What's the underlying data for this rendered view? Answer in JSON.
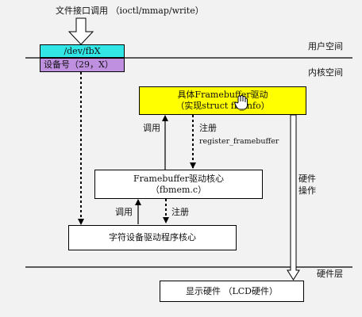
{
  "top_label": "文件接口调用 （ioctl/mmap/write）",
  "zones": {
    "user_space": "用户空间",
    "kernel_space": "内核空间",
    "hardware_layer": "硬件层"
  },
  "dev_box": {
    "name": "/dev/fbX",
    "device_number": "设备号（29，X）",
    "name_color": "#33e6e6",
    "number_color": "#bf8fe0"
  },
  "driver_box": {
    "line1": "具体Framebuffer驱动",
    "line2": "（实现struct fb_info）",
    "color": "#ffff00"
  },
  "core_box": {
    "line1": "Framebuffer驱动核心",
    "line2": "（fbmem.c）"
  },
  "char_box": {
    "label": "字符设备驱动程序核心"
  },
  "hw_box": {
    "label": "显示硬件 （LCD硬件）"
  },
  "edge_labels": {
    "call_upper": "调用",
    "register_upper": "注册",
    "register_func": "register_framebuffer",
    "call_lower": "调用",
    "register_lower": "注册",
    "hw_operation_line1": "硬件",
    "hw_operation_line2": "操作"
  },
  "cursor_icon": "hand-pointer-icon"
}
